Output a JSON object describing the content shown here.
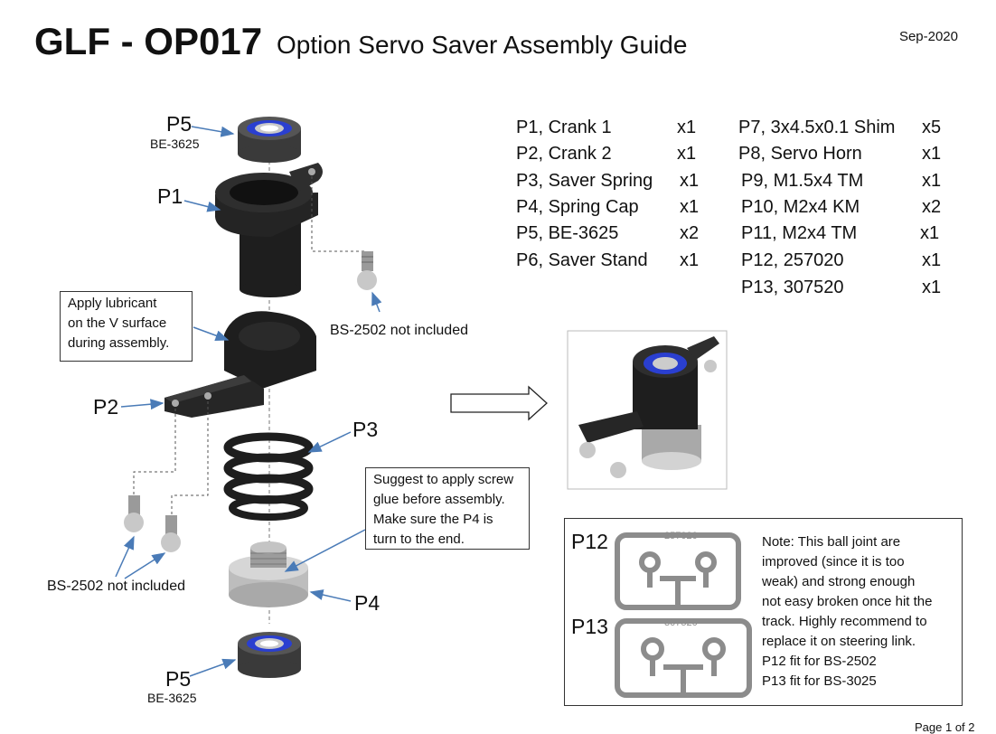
{
  "header": {
    "code": "GLF - OP017",
    "title": "Option Servo Saver Assembly Guide",
    "date": "Sep-2020"
  },
  "diagram_labels": {
    "p5_top": "P5",
    "p5_top_code": "BE-3625",
    "p1": "P1",
    "p2": "P2",
    "p3": "P3",
    "p4": "P4",
    "p5_bottom": "P5",
    "p5_bottom_code": "BE-3625",
    "bs_right": "BS-2502 not included",
    "bs_left": "BS-2502 not included"
  },
  "notes": {
    "lubricant": [
      "Apply lubricant",
      "on the V surface",
      "during assembly."
    ],
    "screw_glue": [
      "Suggest to apply screw",
      "glue before assembly.",
      "Make sure the P4 is",
      "turn to the end."
    ]
  },
  "parts_list": {
    "left": [
      {
        "name": "P1, Crank 1",
        "qty": "x1"
      },
      {
        "name": "P2, Crank 2",
        "qty": "x1"
      },
      {
        "name": "P3, Saver Spring",
        "qty": "x1"
      },
      {
        "name": "P4, Spring Cap",
        "qty": "x1"
      },
      {
        "name": "P5, BE-3625",
        "qty": "x2"
      },
      {
        "name": "P6, Saver Stand",
        "qty": "x1"
      }
    ],
    "right": [
      {
        "name": "P7, 3x4.5x0.1 Shim",
        "qty": "x5"
      },
      {
        "name": "P8, Servo Horn",
        "qty": "x1"
      },
      {
        "name": "P9, M1.5x4 TM",
        "qty": "x1"
      },
      {
        "name": "P10, M2x4 KM",
        "qty": "x2"
      },
      {
        "name": "P11, M2x4 TM",
        "qty": "x1"
      },
      {
        "name": "P12, 257020",
        "qty": "x1"
      },
      {
        "name": "P13, 307520",
        "qty": "x1"
      }
    ]
  },
  "ball_joint": {
    "p12": "P12",
    "p13": "P13",
    "p12_tag": "257020",
    "p13_tag": "307520",
    "note": [
      "Note: This ball joint are",
      "improved (since it is too",
      "weak) and strong enough",
      "not easy broken once hit the",
      "track. Highly recommend to",
      "replace it on steering link.",
      "P12 fit for BS-2502",
      "P13 fit for BS-3025"
    ]
  },
  "footer": {
    "page": "Page 1 of 2"
  },
  "colors": {
    "part_black": "#1e1e1e",
    "bearing_blue": "#2a3fd0",
    "metal_grey": "#b5b5b5",
    "plastic_grey": "#8c8c8c",
    "arrow_blue": "#4a7bb7"
  }
}
